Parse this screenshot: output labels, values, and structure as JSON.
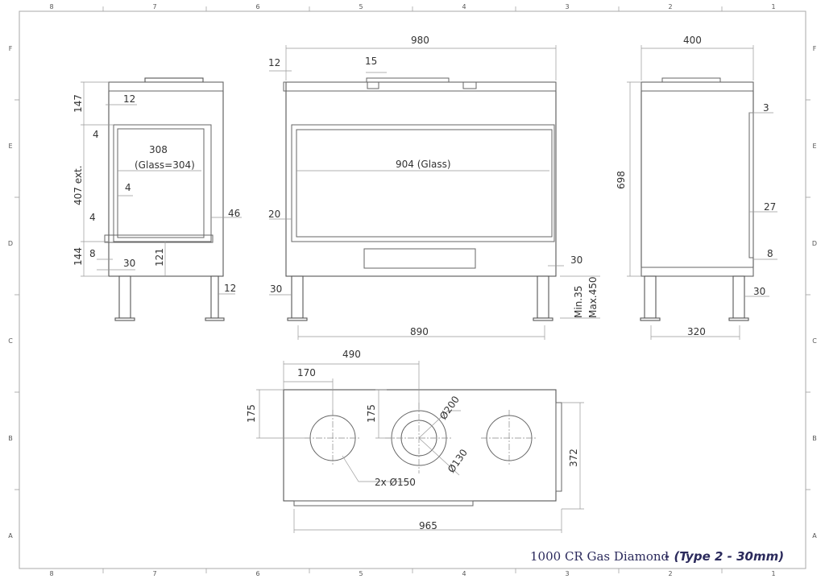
{
  "sheet": {
    "columns": [
      "8",
      "7",
      "6",
      "5",
      "4",
      "3",
      "2",
      "1"
    ],
    "rows": [
      "F",
      "E",
      "D",
      "C",
      "B",
      "A"
    ],
    "title_main": "1000 CR Gas Diamond",
    "title_type": "- (Type 2 - 30mm)",
    "title_color": "#2b2a5c"
  },
  "side_view": {
    "dims": {
      "d147": "147",
      "d12a": "12",
      "d4a": "4",
      "d308": "308",
      "glass": "(Glass=304)",
      "d4b": "4",
      "d407": "407 ext.",
      "d4c": "4",
      "d46": "46",
      "d144": "144",
      "d8": "8",
      "d30": "30",
      "d121": "121",
      "d12b": "12"
    }
  },
  "front_view": {
    "dims": {
      "d980": "980",
      "d12": "12",
      "d15": "15",
      "d904": "904 (Glass)",
      "d20": "20",
      "d30a": "30",
      "d30b": "30",
      "d890": "890",
      "min": "Min.35",
      "max": "Max.450"
    }
  },
  "end_view": {
    "dims": {
      "d400": "400",
      "d3": "3",
      "d698": "698",
      "d27": "27",
      "d8": "8",
      "d30": "30",
      "d320": "320"
    }
  },
  "plan_view": {
    "dims": {
      "d490": "490",
      "d170": "170",
      "d175a": "175",
      "d175b": "175",
      "d200": "Ø200",
      "d130": "Ø130",
      "d150": "2x Ø150",
      "d372": "372",
      "d965": "965"
    }
  }
}
